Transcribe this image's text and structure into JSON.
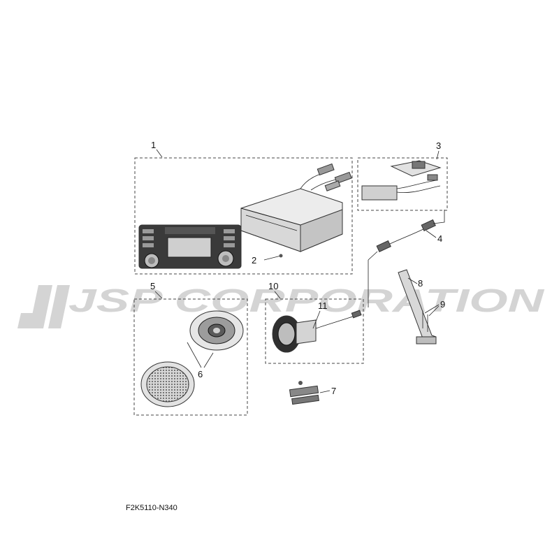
{
  "watermark": "JSP CORPORATION",
  "drawing_code": "F2K5110-N340",
  "callouts": {
    "c1": "1",
    "c2": "2",
    "c3": "3",
    "c4": "4",
    "c5": "5",
    "c6": "6",
    "c7": "7",
    "c8": "8",
    "c9": "9",
    "c10": "10",
    "c11": "11"
  },
  "colors": {
    "watermark": "#cfcfcf",
    "line": "#222222"
  },
  "icons": {
    "radio": "stereo-head-unit",
    "speaker": "marine-speaker",
    "remote": "remote-control-dial"
  }
}
